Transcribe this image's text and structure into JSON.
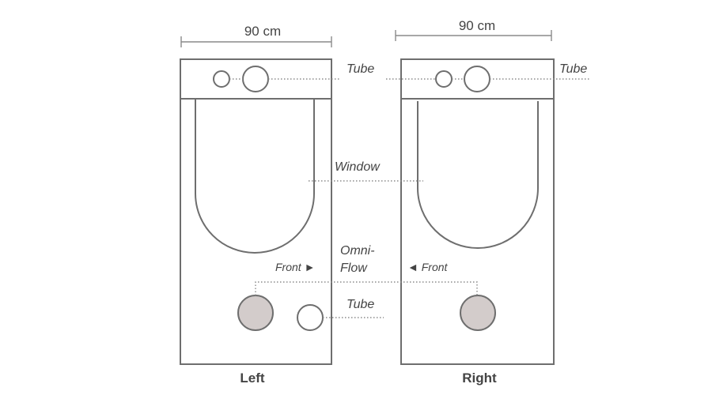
{
  "left_panel": {
    "label": "Left",
    "width_label": "90 cm",
    "front_label": "Front ►"
  },
  "right_panel": {
    "label": "Right",
    "width_label": "90 cm",
    "front_label": "◄ Front"
  },
  "callouts": {
    "tube_top_left": "Tube",
    "tube_top_right": "Tube",
    "window": "Window",
    "omni_flow_line1": "Omni-",
    "omni_flow_line2": "Flow",
    "tube_bottom": "Tube"
  },
  "colors": {
    "outline": "#6e6e6e",
    "port_fill": "#d3cccb",
    "text": "#444444",
    "leader": "#8a8a8a"
  }
}
